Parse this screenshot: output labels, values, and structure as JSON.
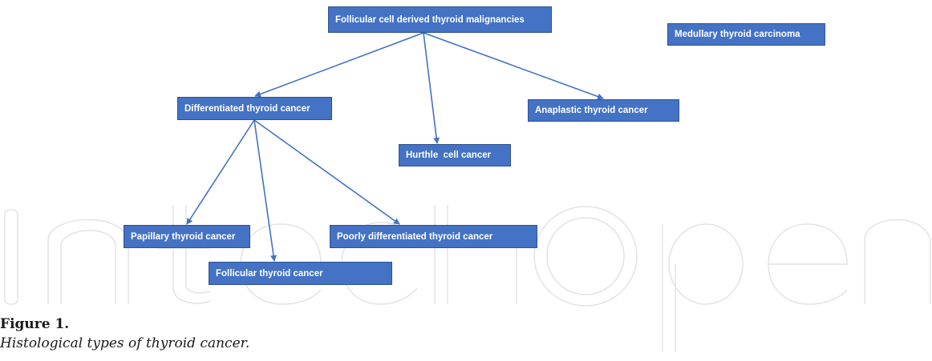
{
  "diagram": {
    "nodes": {
      "root": "Follicular cell derived thyroid malignancies",
      "medullary": "Medullary thyroid carcinoma",
      "differentiated": "Differentiated thyroid cancer",
      "anaplastic": "Anaplastic thyroid cancer",
      "hurthle": "Hurthle  cell cancer",
      "papillary": "Papillary thyroid cancer",
      "poorly": "Poorly differentiated thyroid cancer",
      "follicular": "Follicular thyroid cancer"
    },
    "edges": [
      {
        "from": "root",
        "to": "differentiated"
      },
      {
        "from": "root",
        "to": "hurthle"
      },
      {
        "from": "root",
        "to": "anaplastic"
      },
      {
        "from": "differentiated",
        "to": "papillary"
      },
      {
        "from": "differentiated",
        "to": "follicular"
      },
      {
        "from": "differentiated",
        "to": "poorly"
      }
    ],
    "node_color": "#4472c4",
    "edge_color": "#4472c4"
  },
  "caption": {
    "label": "Figure 1.",
    "text": "Histological types of thyroid cancer."
  },
  "watermark": {
    "text": "IntechOpen"
  }
}
